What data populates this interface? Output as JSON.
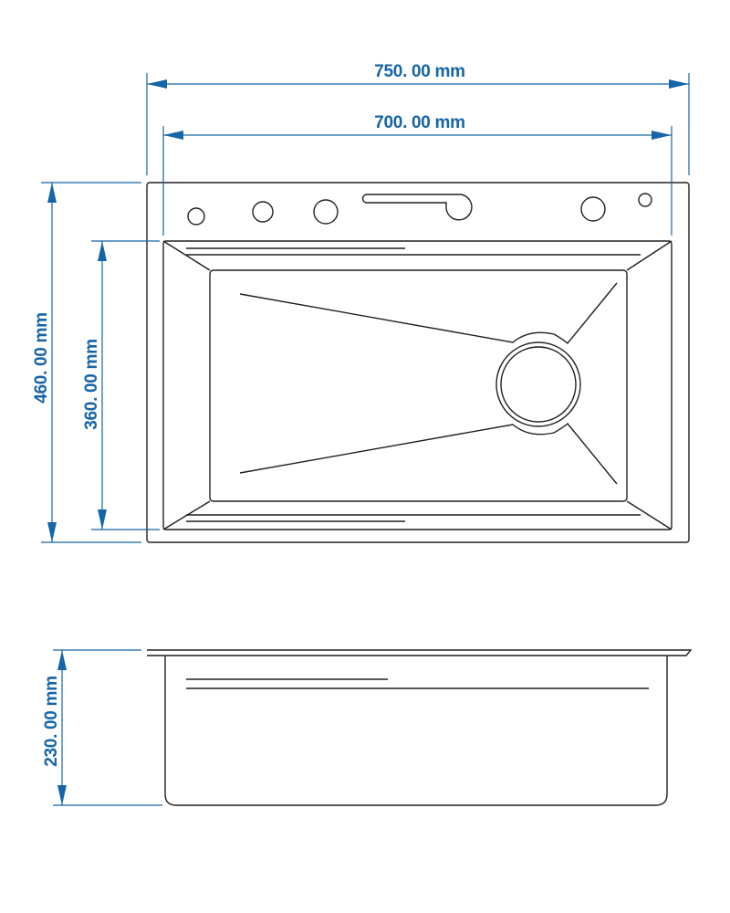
{
  "dimensions": {
    "overall_width": "750. 00 mm",
    "inner_width": "700. 00 mm",
    "overall_depth": "460. 00 mm",
    "inner_depth": "360. 00 mm",
    "height": "230. 00 mm"
  },
  "colors": {
    "dimension": "#1565a8",
    "outline": "#231f20",
    "background": "#ffffff"
  }
}
